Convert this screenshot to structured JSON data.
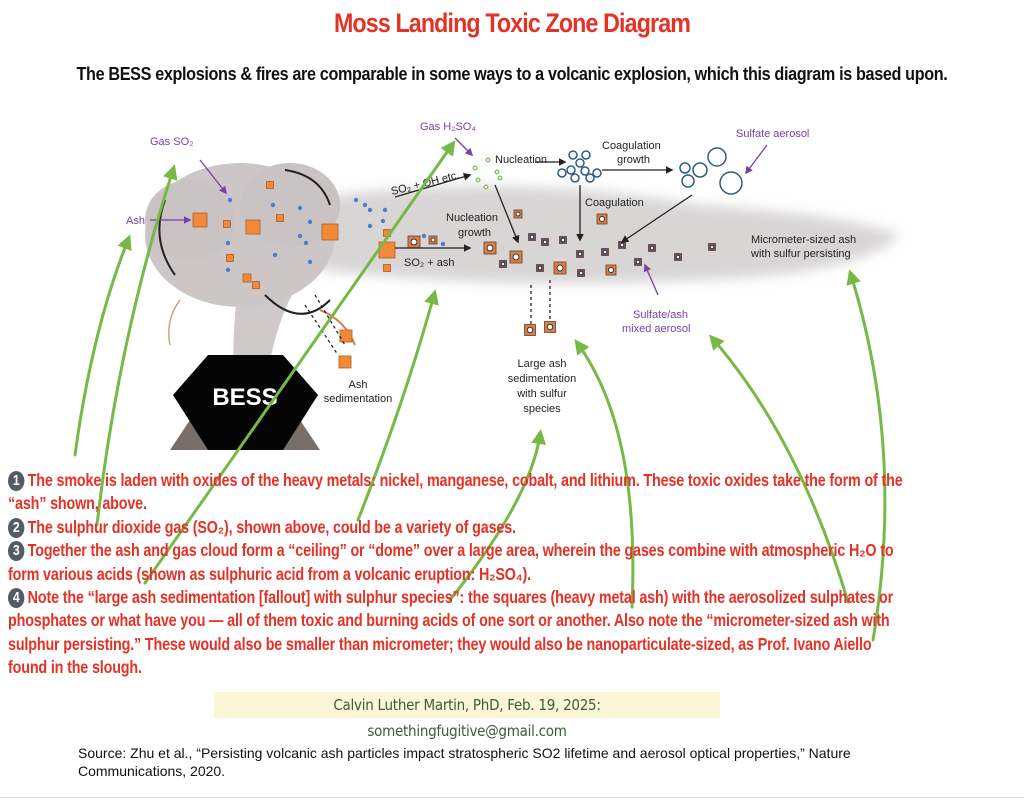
{
  "header": {
    "title": "Moss Landing Toxic Zone Diagram",
    "subtitle": "The BESS explosions & fires are comparable in some ways to a volcanic explosion, which this diagram is based upon."
  },
  "diagram": {
    "labels": {
      "gas_so2": "Gas SO₂",
      "ash": "Ash",
      "gas_h2so4": "Gas H₂SO₄",
      "so2_oh": "SO₂ + OH etc.",
      "nucleation": "Nucleation",
      "coagulation_growth_1": "Coagulation",
      "coagulation_growth_2": "growth",
      "sulfate_aerosol": "Sulfate aerosol",
      "coagulation": "Coagulation",
      "nucleation_growth_1": "Nucleation",
      "nucleation_growth_2": "growth",
      "so2_ash": "SO₂ + ash",
      "micrometer_1": "Micrometer-sized ash",
      "micrometer_2": "with sulfur persisting",
      "mixed_1": "Sulfate/ash",
      "mixed_2": "mixed aerosol",
      "large_1": "Large ash",
      "large_2": "sedimentation",
      "large_3": "with sulfur",
      "large_4": "species",
      "ash_sed_1": "Ash",
      "ash_sed_2": "sedimentation",
      "bess": "BESS"
    },
    "colors": {
      "ash": "#f08a3a",
      "gas": "#4a7fd0",
      "label": "#7b3fa8",
      "arrow": "#76b947",
      "cloud": "#c9c4c4"
    }
  },
  "notes": [
    {
      "number": "1",
      "lines": [
        "The smoke is laden  with oxides of the heavy metals: nickel, manganese, cobalt, and lithium. These toxic oxides take the form of the",
        "“ash” shown, above."
      ]
    },
    {
      "number": "2",
      "lines": [
        "The sulphur dioxide gas (SO₂), shown above, could be a variety of gases."
      ]
    },
    {
      "number": "3",
      "lines": [
        "Together the ash and gas cloud form a “ceiling” or “dome” over a large area, wherein the gases combine with atmospheric H₂O to",
        "form various acids (shown as sulphuric acid from a volcanic eruption: H₂SO₄)."
      ]
    },
    {
      "number": "4",
      "lines": [
        "Note the “large ash sedimentation [fallout] with sulphur species”: the squares (heavy metal ash) with the aerosolized sulphates or",
        "phosphates or what have you — all of them toxic and burning acids of one sort or another. Also note the “micrometer-sized ash with",
        "sulphur persisting.” These would also be smaller than micrometer; they would also be nanoparticulate-sized, as Prof. Ivano Aiello",
        "found in the slough."
      ]
    }
  ],
  "author": "Calvin Luther Martin, PhD, Feb. 19, 2025: somethingfugitive@gmail.com",
  "source": "Source: Zhu et al., “Persisting volcanic ash particles impact stratospheric SO2 lifetime and aerosol optical properties,” Nature Communications, 2020."
}
